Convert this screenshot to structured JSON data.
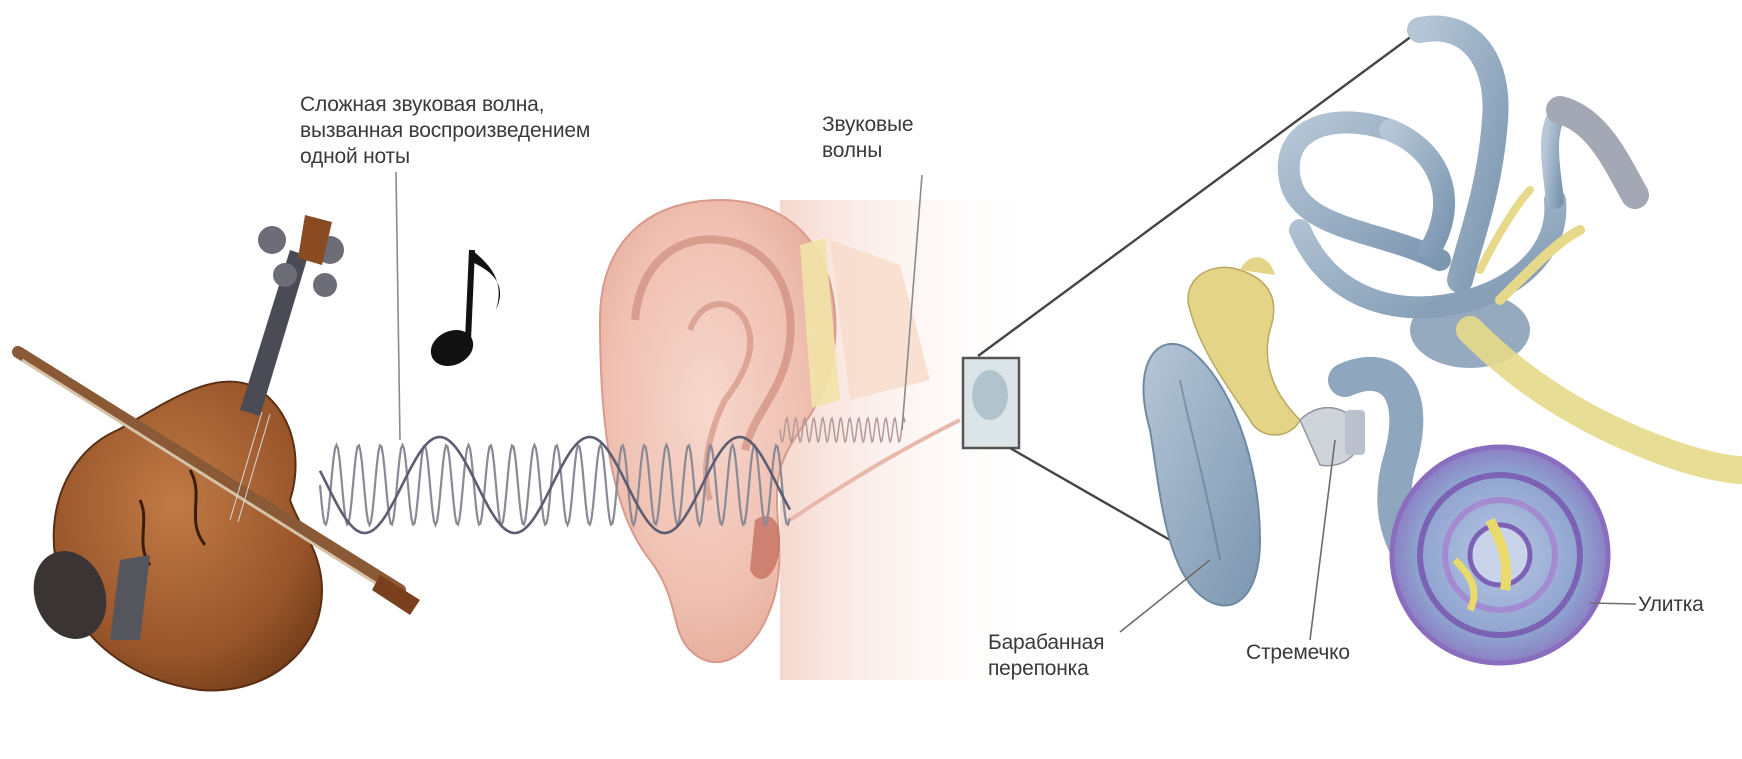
{
  "labels": {
    "complex_wave_line1": "Сложная звуковая волна,",
    "complex_wave_line2": "вызванная воспроизведением",
    "complex_wave_line3": "одной ноты",
    "sound_waves_line1": "Звуковые",
    "sound_waves_line2": "волны",
    "eardrum_line1": "Барабанная",
    "eardrum_line2": "перепонка",
    "stapes": "Стремечко",
    "cochlea": "Улитка"
  },
  "icons": {
    "violin": "violin-icon",
    "music_note": "music-note-icon",
    "outer_ear": "ear-icon",
    "inner_ear": "inner-ear-icon"
  },
  "colors": {
    "violin_body": "#9b5a2e",
    "ear_skin": "#f2c9bc",
    "inner_ear_blue": "#8fa9bf",
    "nerve_yellow": "#e6d98a",
    "cochlea_purple": "#9b7fc4",
    "wave_gray": "#6f6f7a"
  }
}
